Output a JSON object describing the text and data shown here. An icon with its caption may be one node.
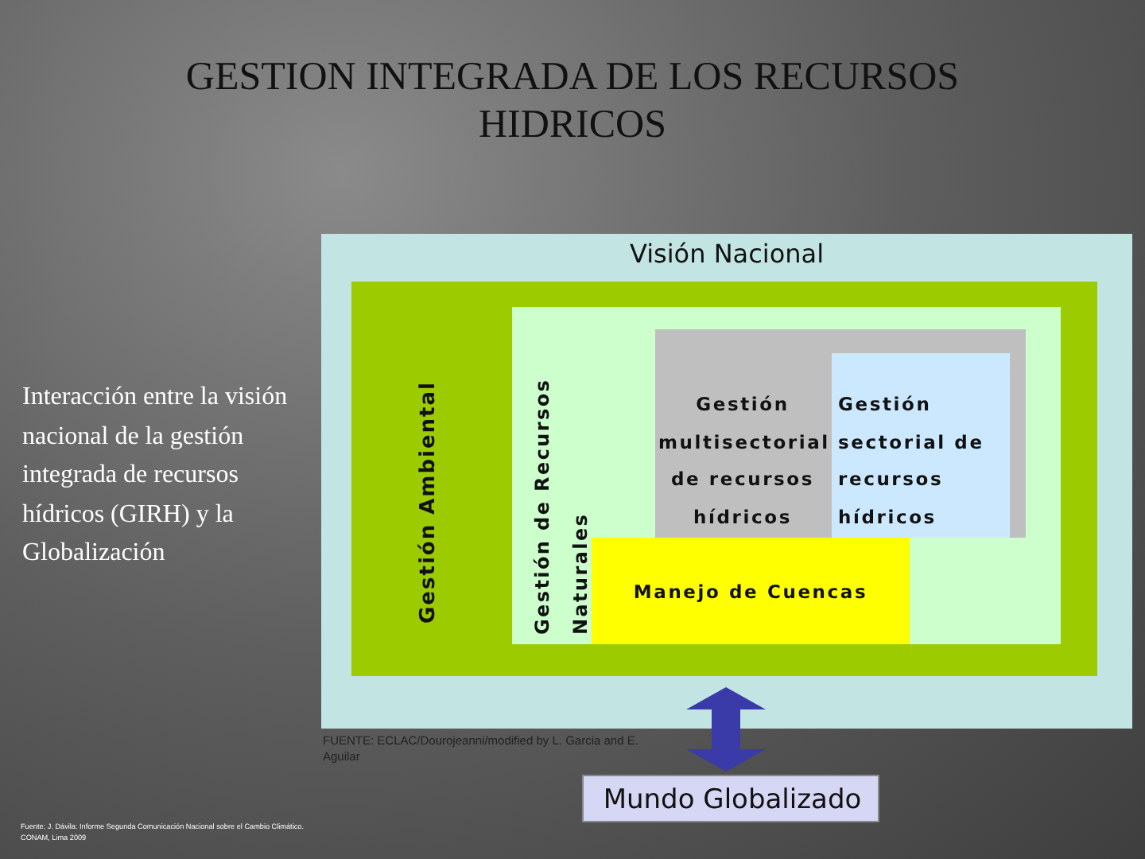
{
  "diagram": {
    "title": "GESTION INTEGRADA DE LOS RECURSOS HIDRICOS",
    "nodes": [
      {
        "text": [
          "Visión Nacional"
        ]
      },
      {
        "text": [
          "Gestión Ambiental"
        ],
        "in": 0
      },
      {
        "text": [
          "Gestión de Recursos Naturales"
        ],
        "in": 1
      },
      {
        "text": [
          "Gestión multisectorial de recursos hídricos"
        ],
        "in": 2
      },
      {
        "text": [
          "Gestión sectorial de recursos hídricos"
        ],
        "in": 3
      },
      {
        "text": [
          "Manejo de Cuencas"
        ],
        "in": 2
      },
      {
        "text": [
          "Mundo Globalizado"
        ]
      }
    ],
    "edges": [
      {
        "from": 0,
        "to": 6,
        "arrow": "both",
        "color": "#3a3aa8"
      }
    ],
    "labels": [
      "Interacción entre la visión nacional de la gestión integrada de recursos hídricos (GIRH) y la Globalización",
      "FUENTE: ECLAC/Dourojeanni/modified by L. Garcia and E. Aguilar",
      "Fuente: J. Dávila: Informe Segunda Comunicación Nacional sobre el Cambio Climático. CONAM, Lima 2009"
    ]
  }
}
